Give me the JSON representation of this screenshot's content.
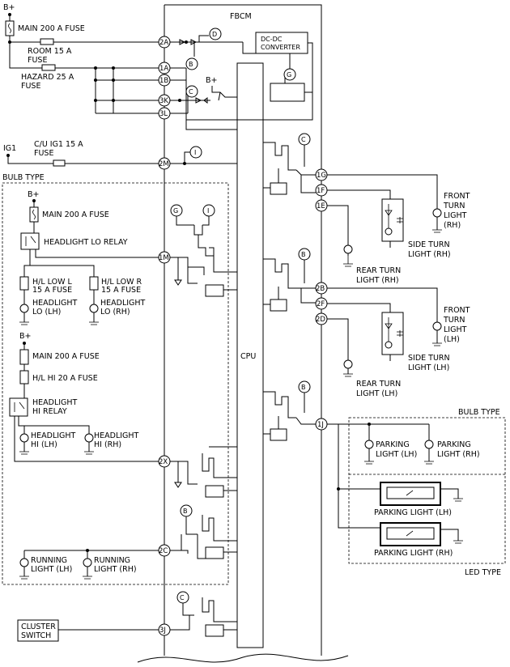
{
  "module": {
    "title": "FBCM",
    "cpu": "CPU",
    "dcdc_line1": "DC-DC",
    "dcdc_line2": "CONVERTER"
  },
  "power": {
    "bplus": "B+",
    "ig1": "IG1"
  },
  "fuses": {
    "main200": "MAIN 200 A FUSE",
    "room_line1": "ROOM 15 A",
    "room_line2": "FUSE",
    "hazard_line1": "HAZARD 25 A",
    "hazard_line2": "FUSE",
    "cuig1_line1": "C/U IG1 15 A",
    "cuig1_line2": "FUSE"
  },
  "pins": {
    "p2A": "2A",
    "p1A": "1A",
    "p1B": "1B",
    "p3K": "3K",
    "p3L": "3L",
    "p2M": "2M",
    "p1M": "1M",
    "p2X": "2X",
    "p2C": "2C",
    "p3J": "3J",
    "p1G": "1G",
    "p1F": "1F",
    "p1E": "1E",
    "p2B": "2B",
    "p2F": "2F",
    "p2D": "2D",
    "p1J": "1J"
  },
  "markers": {
    "b": "B",
    "c": "C",
    "d": "D",
    "g": "G",
    "i": "I"
  },
  "bulb_section": {
    "title": "BULB TYPE",
    "bplus": "B+",
    "main200": "MAIN 200 A FUSE",
    "lo_relay": "HEADLIGHT LO RELAY",
    "hl_low_l_1": "H/L LOW L",
    "hl_low_l_2": "15 A FUSE",
    "hl_low_r_1": "H/L LOW R",
    "hl_low_r_2": "15 A FUSE",
    "lo_lh_1": "HEADLIGHT",
    "lo_lh_2": "LO (LH)",
    "lo_rh_1": "HEADLIGHT",
    "lo_rh_2": "LO (RH)",
    "bplus2": "B+",
    "main200_2": "MAIN 200 A FUSE",
    "hl_hi_fuse": "H/L HI 20 A FUSE",
    "hi_relay_1": "HEADLIGHT",
    "hi_relay_2": "HI RELAY",
    "hi_lh_1": "HEADLIGHT",
    "hi_lh_2": "HI (LH)",
    "hi_rh_1": "HEADLIGHT",
    "hi_rh_2": "HI (RH)",
    "run_lh_1": "RUNNING",
    "run_lh_2": "LIGHT (LH)",
    "run_rh_1": "RUNNING",
    "run_rh_2": "LIGHT (RH)"
  },
  "cluster_switch": {
    "line1": "CLUSTER",
    "line2": "SWITCH"
  },
  "right_loads": {
    "front_turn_rh": [
      "FRONT",
      "TURN",
      "LIGHT",
      "(RH)"
    ],
    "side_turn_rh": [
      "SIDE TURN",
      "LIGHT (RH)"
    ],
    "rear_turn_rh": [
      "REAR TURN",
      "LIGHT (RH)"
    ],
    "front_turn_lh": [
      "FRONT",
      "TURN",
      "LIGHT",
      "(LH)"
    ],
    "side_turn_lh": [
      "SIDE TURN",
      "LIGHT (LH)"
    ],
    "rear_turn_lh": [
      "REAR TURN",
      "LIGHT (LH)"
    ]
  },
  "parking": {
    "bulb_type": "BULB TYPE",
    "led_type": "LED TYPE",
    "bulb_lh": [
      "PARKING",
      "LIGHT (LH)"
    ],
    "bulb_rh": [
      "PARKING",
      "LIGHT (RH)"
    ],
    "led_lh": "PARKING LIGHT (LH)",
    "led_rh": "PARKING LIGHT (RH)"
  }
}
